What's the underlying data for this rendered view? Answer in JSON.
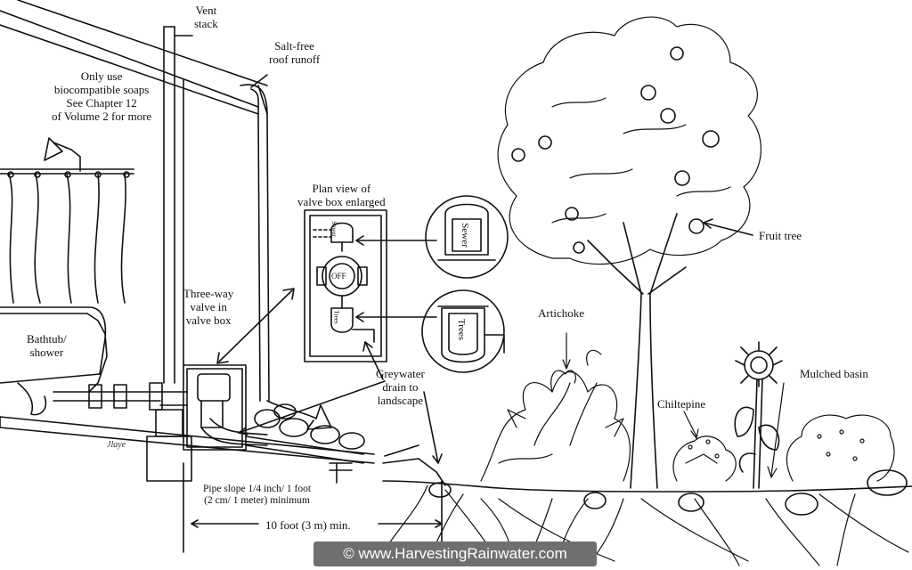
{
  "labels": {
    "vent_stack": "Vent\nstack",
    "salt_free": "Salt-free\nroof runoff",
    "soaps_note": "Only use\nbiocompatible soaps\nSee Chapter 12\nof Volume 2 for more",
    "plan_view": "Plan view of\nvalve box enlarged",
    "fruit_tree": "Fruit tree",
    "three_way": "Three-way\nvalve in\nvalve box",
    "artichoke": "Artichoke",
    "bathtub": "Bathtub/\nshower",
    "greywater": "Greywater\ndrain to\nlandscape",
    "chiltepine": "Chiltepine",
    "mulched": "Mulched basin",
    "pipe_slope": "Pipe slope 1/4 inch/ 1 foot\n(2 cm/ 1 meter) minimum",
    "distance": "10 foot (3 m) min.",
    "sewer": "Sewer",
    "trees": "Trees",
    "off": "OFF",
    "sewer_small": "Sewer",
    "trees_small": "Trees"
  },
  "banner": "© www.HarvestingRainwater.com",
  "signature": "Jlaye",
  "colors": {
    "ink": "#111111",
    "banner_bg": "#6f6f6f",
    "banner_text": "#ffffff",
    "paper": "#ffffff"
  }
}
